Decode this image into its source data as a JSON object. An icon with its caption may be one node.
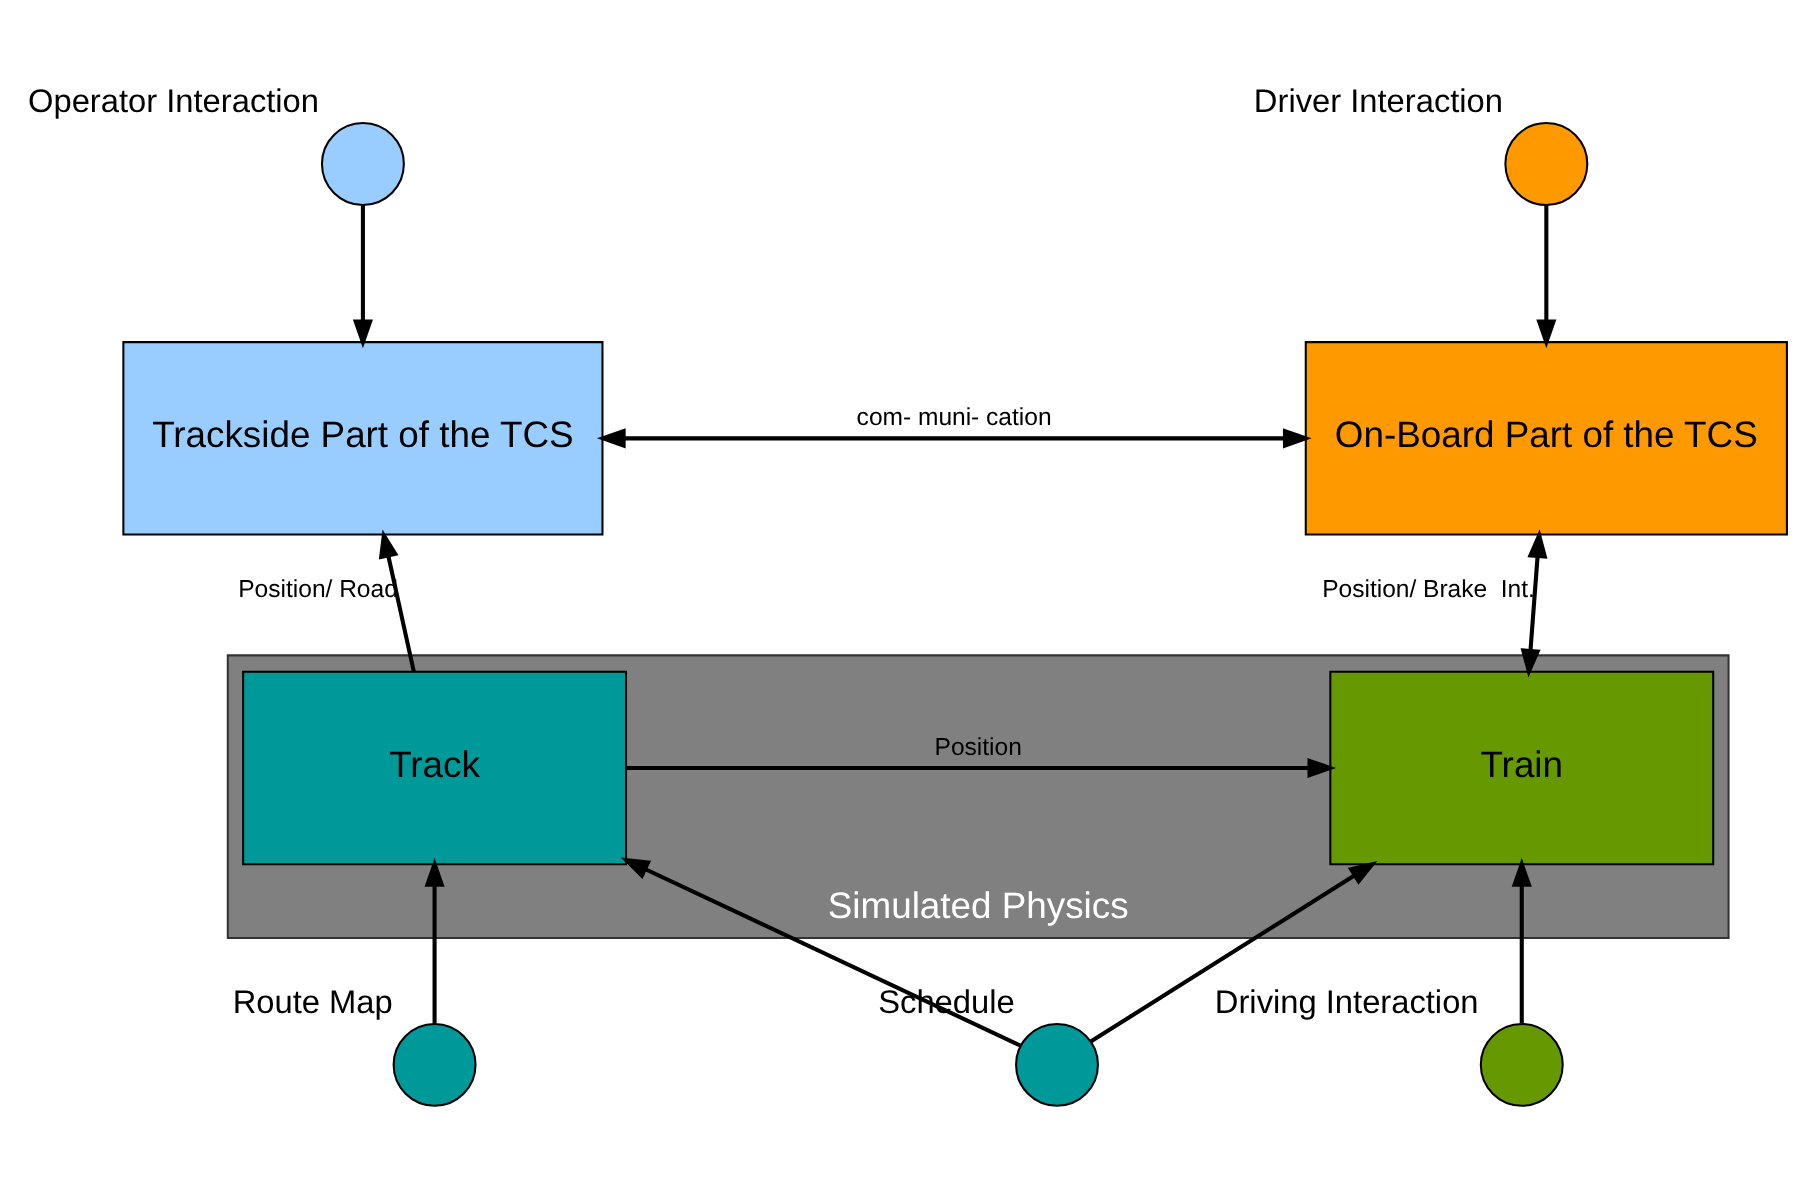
{
  "diagram": {
    "nodes": [
      {
        "text": [],
        "shape": "circle",
        "beside": [
          "Operator Interaction"
        ]
      },
      {
        "text": [],
        "shape": "circle",
        "beside": [
          "Driver Interaction"
        ]
      },
      {
        "text": [
          "Trackside Part of the TCS"
        ]
      },
      {
        "text": [
          "On-Board Part of the TCS"
        ]
      },
      {
        "text": [
          "Simulated Physics"
        ]
      },
      {
        "text": [
          "Track"
        ],
        "in": 4
      },
      {
        "text": [
          "Train"
        ],
        "in": 4
      },
      {
        "text": [],
        "shape": "circle",
        "beside": [
          "Route Map"
        ]
      },
      {
        "text": [],
        "shape": "circle",
        "beside": [
          "Schedule"
        ]
      },
      {
        "text": [],
        "shape": "circle",
        "beside": [
          "Driving Interaction"
        ]
      }
    ],
    "edges": [
      {
        "from": 0,
        "to": 2,
        "arrow": "to"
      },
      {
        "from": 1,
        "to": 3,
        "arrow": "to"
      },
      {
        "from": 2,
        "to": 3,
        "arrow": "both",
        "label": "com- muni- cation"
      },
      {
        "from": 5,
        "to": 2,
        "arrow": "to",
        "label": "Position/ Road"
      },
      {
        "from": 3,
        "to": 6,
        "arrow": "both",
        "label": "Position/ Brake  Int."
      },
      {
        "from": 5,
        "to": 6,
        "arrow": "to",
        "label": "Position"
      },
      {
        "from": 7,
        "to": 5,
        "arrow": "to"
      },
      {
        "from": 8,
        "to": 5,
        "arrow": "to"
      },
      {
        "from": 8,
        "to": 6,
        "arrow": "to"
      },
      {
        "from": 9,
        "to": 6,
        "arrow": "to"
      }
    ]
  }
}
